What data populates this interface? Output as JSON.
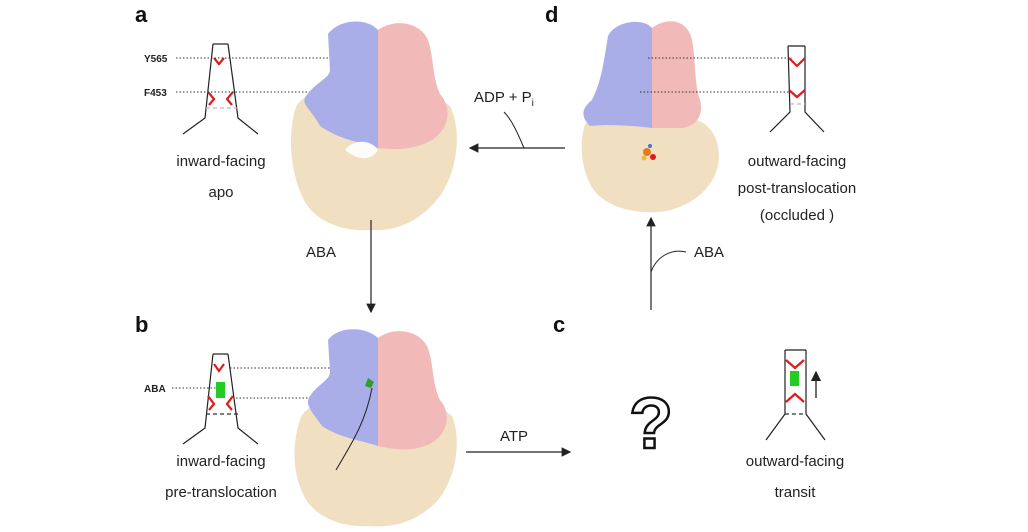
{
  "panels": {
    "a": {
      "letter": "a",
      "caption_line1": "inward-facing",
      "caption_line2": "apo",
      "residue_top": "Y565",
      "residue_bottom": "F453"
    },
    "b": {
      "letter": "b",
      "caption_line1": "inward-facing",
      "caption_line2": "pre-translocation",
      "substrate_label": "ABA"
    },
    "c": {
      "letter": "c",
      "caption_line1": "outward-facing",
      "caption_line2": "transit",
      "unknown_mark": "?"
    },
    "d": {
      "letter": "d",
      "caption_line1": "outward-facing",
      "caption_line2": "post-translocation",
      "caption_line3": "(occluded )"
    }
  },
  "transitions": {
    "a_to_b": {
      "label": "ABA"
    },
    "b_to_c": {
      "label": "ATP"
    },
    "c_to_d": {
      "label": "ABA"
    },
    "d_to_a": {
      "label": "ADP + P",
      "subscript": "i"
    }
  },
  "colors": {
    "tmd_blue": "#a9aee8",
    "tmd_pink": "#f2b9b9",
    "nbd_cream": "#f1dfc2",
    "gate_red": "#e01b1b",
    "substrate_green": "#22cc22"
  }
}
